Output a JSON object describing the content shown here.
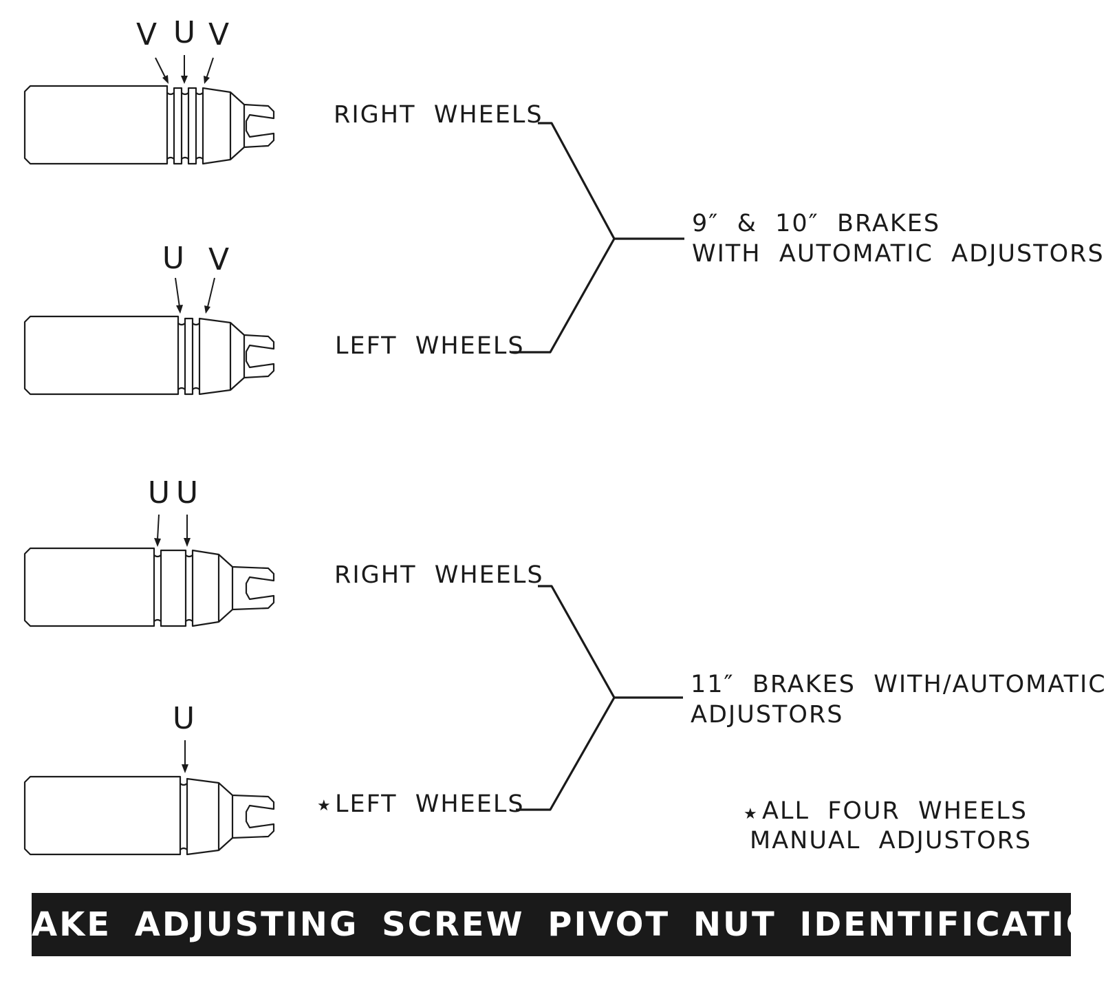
{
  "nuts": [
    {
      "marks": [
        "V",
        "U",
        "V"
      ]
    },
    {
      "marks": [
        "U",
        "V"
      ]
    },
    {
      "marks": [
        "U",
        "U"
      ]
    },
    {
      "marks": [
        "U"
      ]
    }
  ],
  "labels": {
    "right_wheels_1": "RIGHT  WHEELS",
    "left_wheels_1": "LEFT  WHEELS",
    "right_wheels_2": "RIGHT  WHEELS",
    "left_wheels_2": "LEFT  WHEELS",
    "star_symbol": "★"
  },
  "groups": {
    "auto_9_10_line1": "9″  &  10″  BRAKES",
    "auto_9_10_line2": "WITH  AUTOMATIC  ADJUSTORS",
    "auto_11_line1": "11″  BRAKES  WITH/AUTOMATIC",
    "auto_11_line2": "ADJUSTORS"
  },
  "footnote": {
    "line1": "ALL  FOUR  WHEELS",
    "line2": "MANUAL  ADJUSTORS"
  },
  "banner": {
    "title": "BRAKE  ADJUSTING  SCREW  PIVOT  NUT  IDENTIFICATION"
  }
}
